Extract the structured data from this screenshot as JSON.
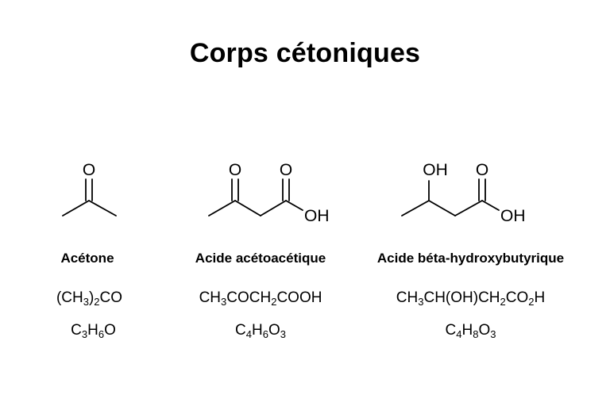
{
  "title": "Corps cétoniques",
  "compounds": [
    {
      "name": "Acétone",
      "atom_labels": [
        "O"
      ],
      "semi_formula": [
        {
          "t": "(CH"
        },
        {
          "s": "3"
        },
        {
          "t": ")"
        },
        {
          "s": "2"
        },
        {
          "t": "CO"
        }
      ],
      "molecular_formula": [
        {
          "t": "C"
        },
        {
          "s": "3"
        },
        {
          "t": "H"
        },
        {
          "s": "6"
        },
        {
          "t": "O"
        }
      ]
    },
    {
      "name": "Acide acétoacétique",
      "atom_labels": [
        "O",
        "O",
        "OH"
      ],
      "semi_formula": [
        {
          "t": "CH"
        },
        {
          "s": "3"
        },
        {
          "t": "COCH"
        },
        {
          "s": "2"
        },
        {
          "t": "COOH"
        }
      ],
      "molecular_formula": [
        {
          "t": "C"
        },
        {
          "s": "4"
        },
        {
          "t": "H"
        },
        {
          "s": "6"
        },
        {
          "t": "O"
        },
        {
          "s": "3"
        }
      ]
    },
    {
      "name": "Acide béta-hydroxybutyrique",
      "atom_labels": [
        "OH",
        "O",
        "OH"
      ],
      "semi_formula": [
        {
          "t": "CH"
        },
        {
          "s": "3"
        },
        {
          "t": "CH(OH)CH"
        },
        {
          "s": "2"
        },
        {
          "t": "CO"
        },
        {
          "s": "2"
        },
        {
          "t": "H"
        }
      ],
      "molecular_formula": [
        {
          "t": "C"
        },
        {
          "s": "4"
        },
        {
          "t": "H"
        },
        {
          "s": "8"
        },
        {
          "t": "O"
        },
        {
          "s": "3"
        }
      ]
    }
  ]
}
